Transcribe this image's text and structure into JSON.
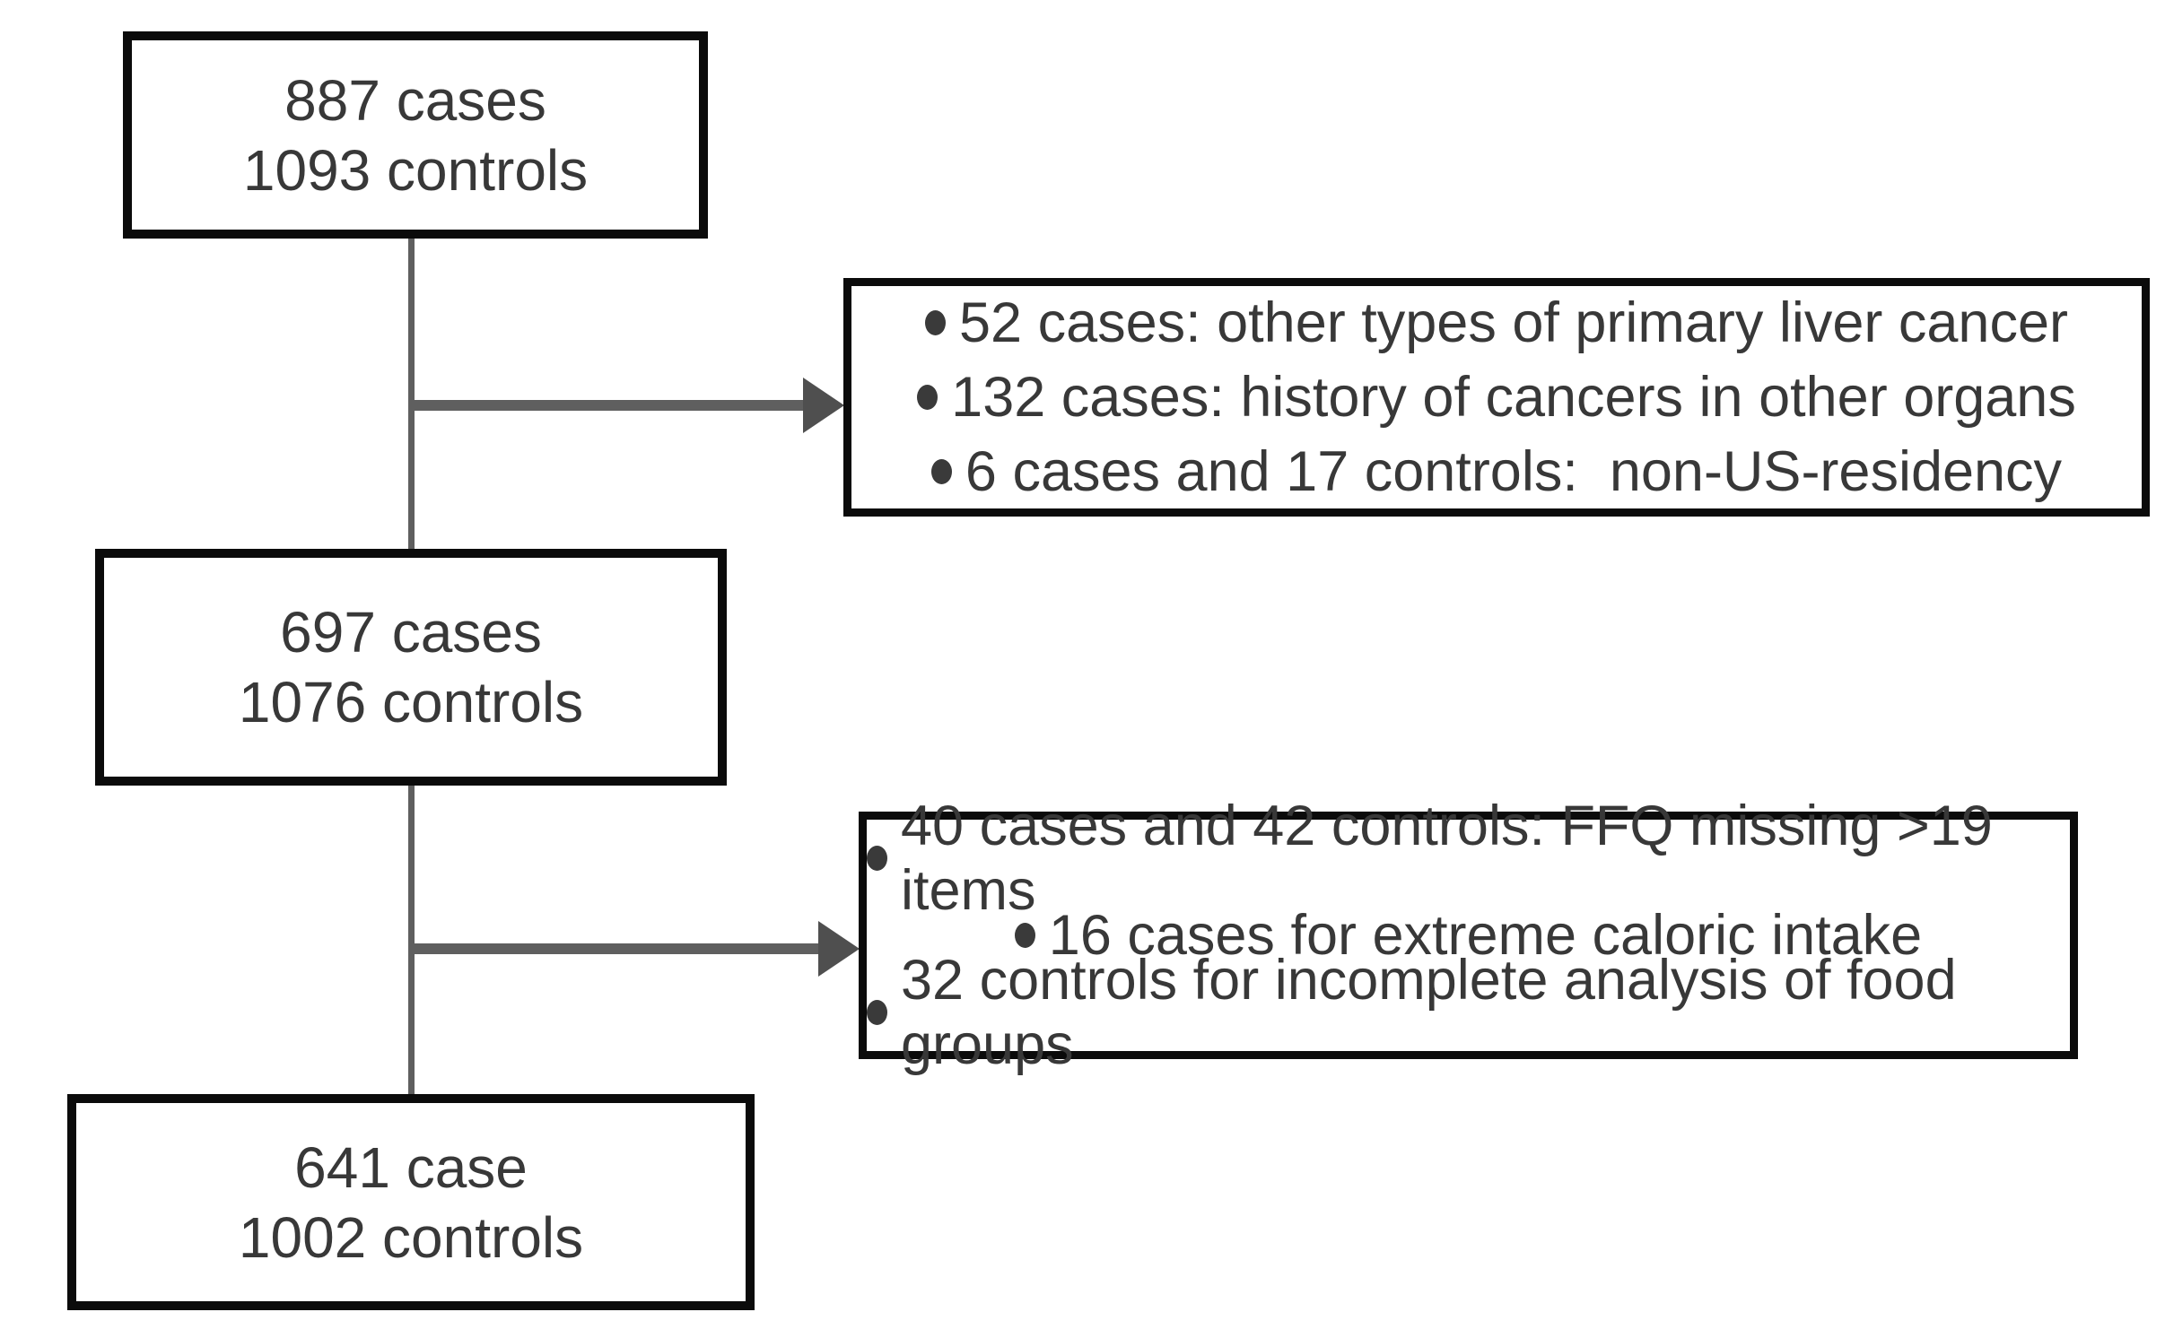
{
  "flowchart": {
    "background_color": "#ffffff",
    "box_border_color": "#0b0b0b",
    "text_color": "#383838",
    "connector_color": "#5f5f5f",
    "arrowhead_color": "#4f4f4f",
    "main_boxes": [
      {
        "lines": [
          "887 cases",
          "1093 controls"
        ]
      },
      {
        "lines": [
          "697 cases",
          "1076 controls"
        ]
      },
      {
        "lines": [
          "641 case",
          "1002 controls"
        ]
      }
    ],
    "exclusion_boxes": [
      {
        "items": [
          "52 cases: other types of primary liver cancer",
          "132 cases: history of cancers in other organs",
          "6 cases and 17 controls:  non-US-residency"
        ]
      },
      {
        "items": [
          "40 cases and 42 controls: FFQ missing >19 items",
          "16 cases for extreme caloric intake",
          "32 controls for incomplete analysis of food groups"
        ]
      }
    ]
  }
}
